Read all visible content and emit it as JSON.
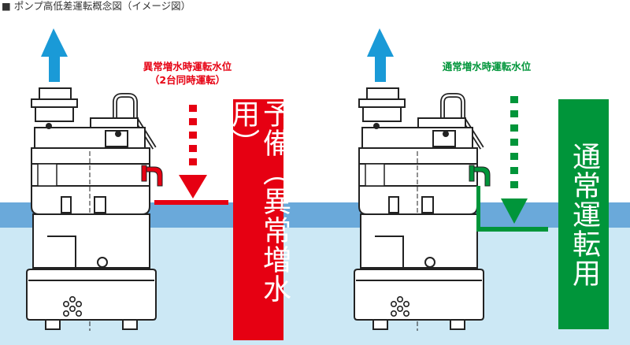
{
  "caption": "■ ポンプ高低差運転概念図（イメージ図）",
  "left": {
    "label_line1": "異常増水時運転水位",
    "label_line2": "（2台同時運転）",
    "panel_text": "予備（異常増水用）",
    "color": "#e60012"
  },
  "right": {
    "label": "通常増水時運転水位",
    "panel_text": "通常運転用",
    "color": "#00953a"
  },
  "colors": {
    "water_surface": "#6aa9da",
    "water_body": "#cce8f5",
    "flow_arrow": "#1a9ad7",
    "pump_line": "#222222"
  },
  "icons": [
    "flow-up-arrow-icon",
    "level-down-arrow-icon",
    "submersible-pump-icon"
  ]
}
